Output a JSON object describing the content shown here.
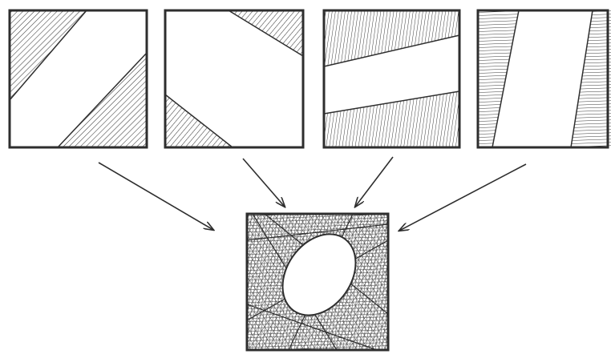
{
  "colors": {
    "background": "#ffffff",
    "ink": "#2e2e2e",
    "hatch": "#3a3a3a"
  },
  "panels": [
    {
      "name": "panel-1",
      "hatch_direction": "diagonal-45",
      "shaded_regions": [
        "top-left-triangle",
        "bottom-right-triangle"
      ]
    },
    {
      "name": "panel-2",
      "hatch_direction": "diagonal-45",
      "shaded_regions": [
        "top-right-triangle",
        "bottom-left-triangle"
      ]
    },
    {
      "name": "panel-3",
      "hatch_direction": "near-vertical",
      "shaded_regions": [
        "top-band",
        "bottom-band"
      ]
    },
    {
      "name": "panel-4",
      "hatch_direction": "horizontal",
      "shaded_regions": [
        "left-wedge",
        "right-wedge"
      ]
    }
  ],
  "result": {
    "name": "combined-pattern",
    "center_shape": "ellipse",
    "center_fill": "#ffffff"
  },
  "arrows": {
    "count": 4,
    "icon": "arrow-icon"
  }
}
